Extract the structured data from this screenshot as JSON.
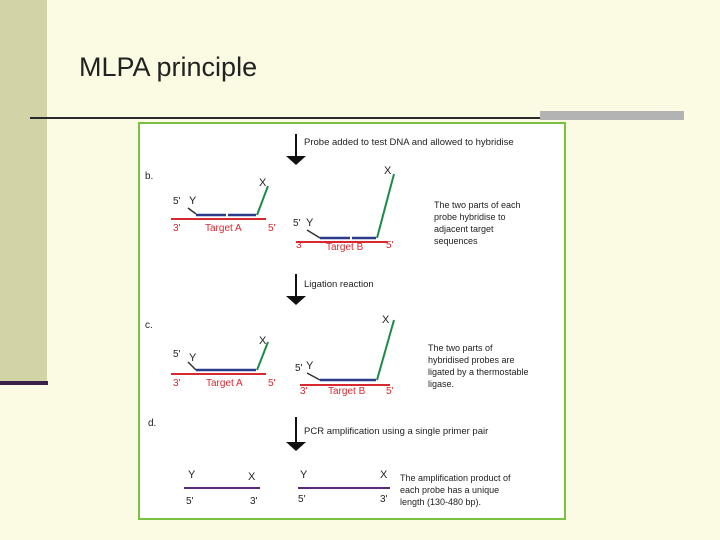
{
  "slide": {
    "title": "MLPA principle",
    "colors": {
      "background": "#fbfbe3",
      "side_bar": "#d2d3a6",
      "frame": "#7ac143"
    }
  },
  "figure": {
    "step_b": {
      "label": "b.",
      "arrow_text": "Probe added to test DNA and allowed to hybridise",
      "left": {
        "five": "5'",
        "y": "Y",
        "x": "X",
        "three": "3'",
        "target": "Target A",
        "five_end": "5'"
      },
      "right": {
        "five": "5'",
        "y": "Y",
        "x": "X",
        "three": "3'",
        "target": "Target B",
        "five_end": "5'"
      },
      "note": [
        "The two parts of each",
        "probe hybridise to",
        "adjacent target",
        "sequences"
      ]
    },
    "step_c": {
      "label": "c.",
      "arrow_text": "Ligation reaction",
      "left": {
        "five": "5'",
        "y": "Y",
        "x": "X",
        "three": "3'",
        "target": "Target A",
        "five_end": "5'"
      },
      "right": {
        "five": "5'",
        "y": "Y",
        "x": "X",
        "three": "3'",
        "target": "Target B",
        "five_end": "5'"
      },
      "note": [
        "The two parts of",
        "hybridised probes are",
        "ligated by a thermostable",
        "ligase."
      ]
    },
    "step_d": {
      "label": "d.",
      "arrow_text": "PCR amplification using a single primer pair",
      "left": {
        "y": "Y",
        "x": "X",
        "five": "5'",
        "three": "3'"
      },
      "right": {
        "y": "Y",
        "x": "X",
        "five": "5'",
        "three": "3'"
      },
      "note": [
        "The amplification product of",
        "each probe has a unique",
        "length (130-480 bp)."
      ]
    }
  }
}
